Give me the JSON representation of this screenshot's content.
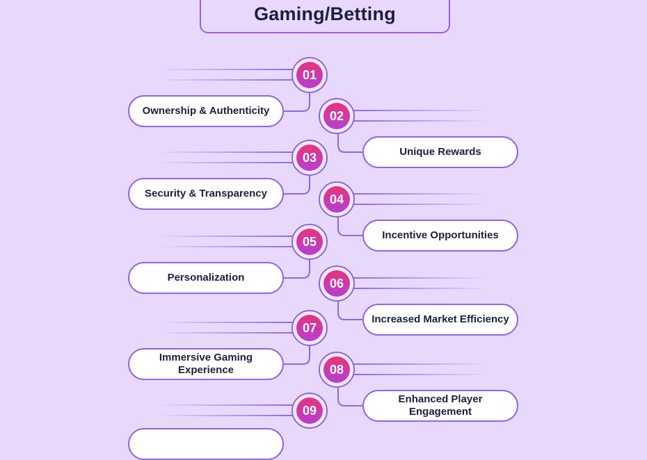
{
  "title": "Gaming/Betting",
  "colors": {
    "background": "#e8d9fc",
    "line": "#8f63ea",
    "badge_gradient_top": "#e9337a",
    "badge_gradient_bottom": "#b43fd6"
  },
  "items": [
    {
      "number": "01",
      "label": "Ownership & Authenticity",
      "side": "left"
    },
    {
      "number": "02",
      "label": "Unique Rewards",
      "side": "right"
    },
    {
      "number": "03",
      "label": "Security & Transparency",
      "side": "left"
    },
    {
      "number": "04",
      "label": "Incentive Opportunities",
      "side": "right"
    },
    {
      "number": "05",
      "label": "Personalization",
      "side": "left"
    },
    {
      "number": "06",
      "label": "Increased Market Efficiency",
      "side": "right"
    },
    {
      "number": "07",
      "label": "Immersive Gaming\nExperience",
      "side": "left"
    },
    {
      "number": "08",
      "label": "Enhanced Player\nEngagement",
      "side": "right"
    },
    {
      "number": "09",
      "label": "",
      "side": "left"
    }
  ]
}
